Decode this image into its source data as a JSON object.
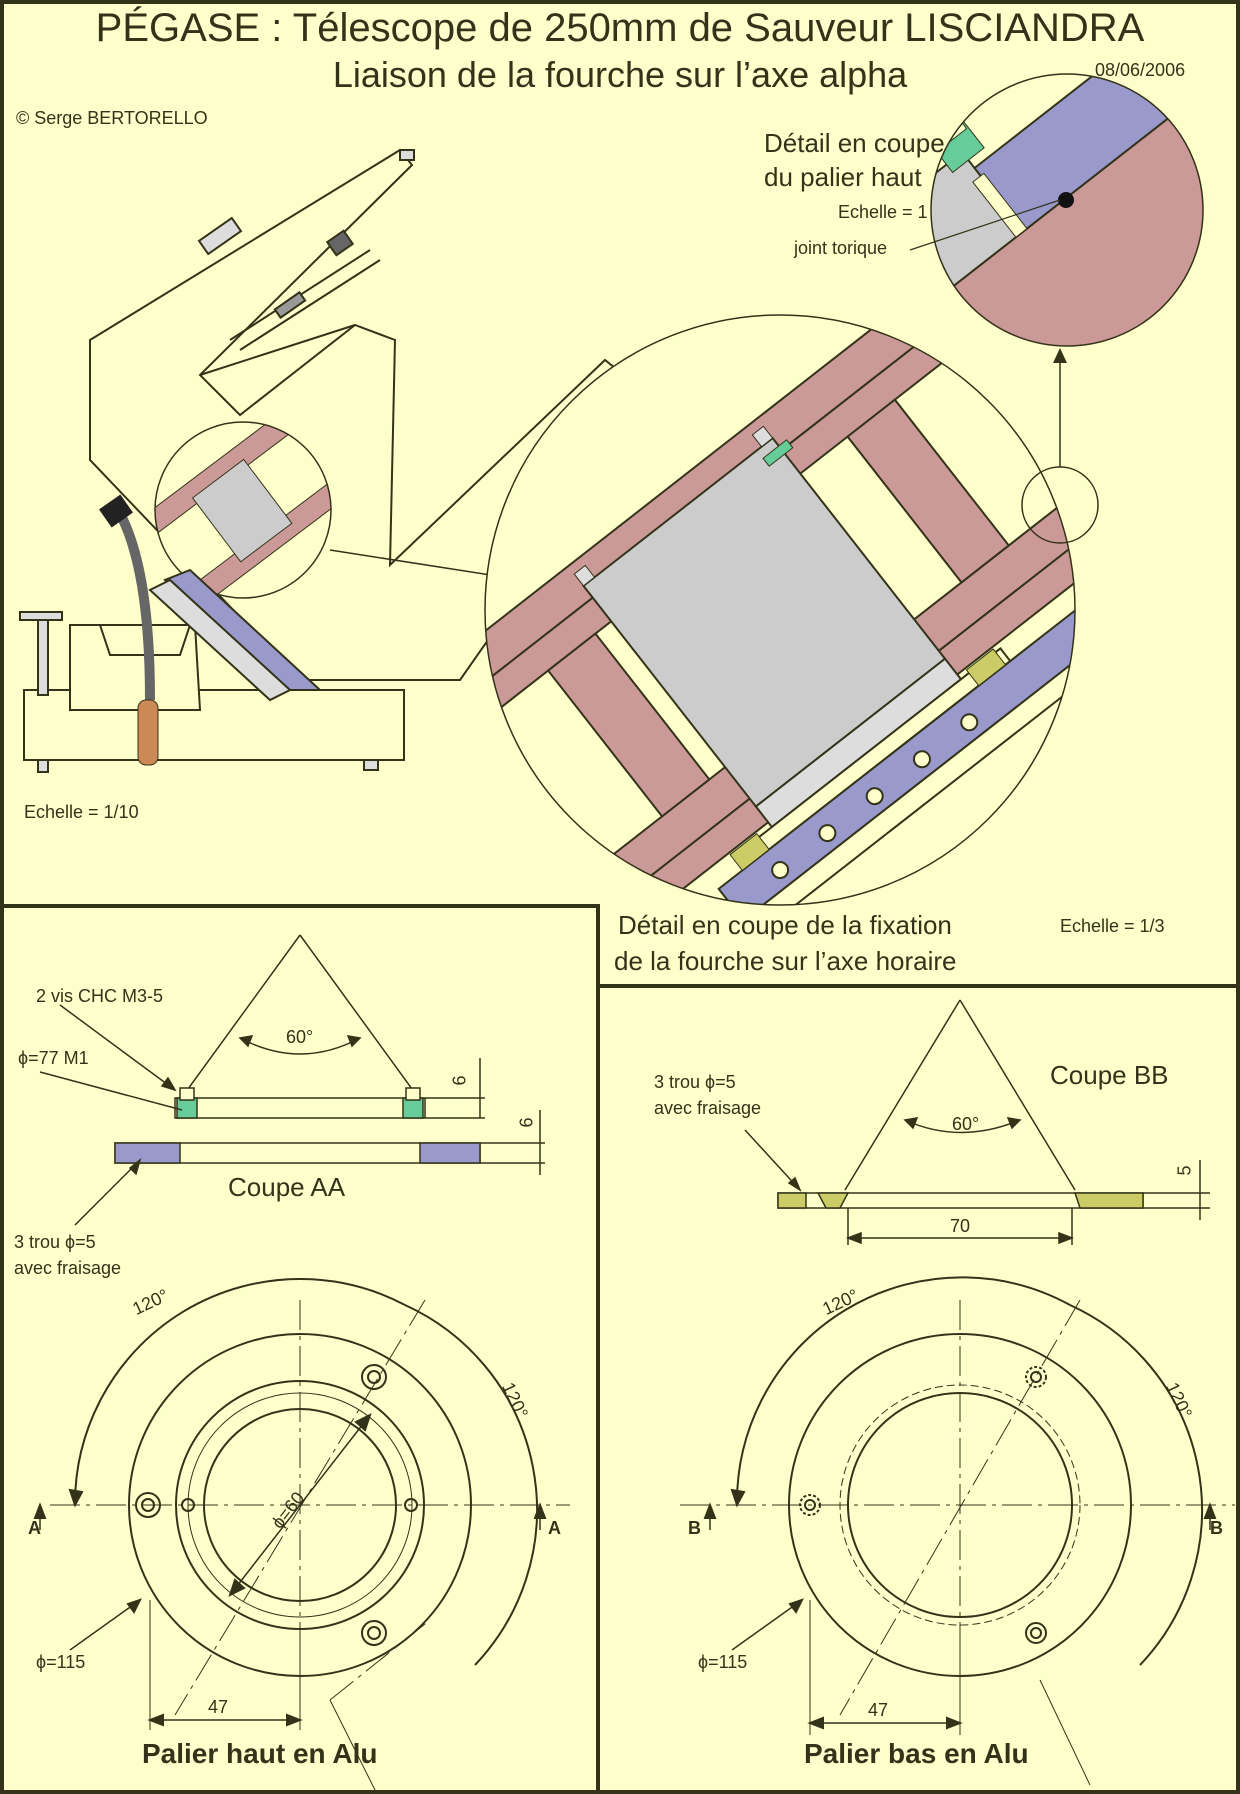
{
  "header": {
    "title": "PÉGASE : Télescope de 250mm de Sauveur LISCIANDRA",
    "subtitle": "Liaison de la fourche sur l’axe alpha",
    "date": "08/06/2006",
    "copyright": "© Serge BERTORELLO"
  },
  "overview": {
    "scale": "Echelle = 1/10"
  },
  "detail_top": {
    "title_line1": "Détail en coupe",
    "title_line2": "du palier haut",
    "scale": "Echelle = 1",
    "oring_label": "joint torique"
  },
  "detail_main": {
    "title_line1": "Détail en coupe de la fixation",
    "title_line2": "de la fourche sur l’axe horaire",
    "scale": "Echelle = 1/3"
  },
  "upper_bearing": {
    "screws_label": "2 vis CHC M3-5",
    "thread_label": "ϕ=77 M1",
    "angle_label": "60°",
    "dim_6a": "6",
    "dim_6b": "6",
    "section_label": "Coupe AA",
    "holes_line1": "3 trou ϕ=5",
    "holes_line2": "avec fraisage",
    "arc1": "120°",
    "arc2": "120°",
    "diam_inner": "ϕ=60",
    "diam_outer": "ϕ=115",
    "dim_47": "47",
    "sec_left": "A",
    "sec_right": "A",
    "caption": "Palier haut en Alu"
  },
  "lower_bearing": {
    "holes_line1": "3 trou ϕ=5",
    "holes_line2": "avec fraisage",
    "section_label": "Coupe BB",
    "angle_label": "60°",
    "dim_5": "5",
    "dim_70": "70",
    "arc1": "120°",
    "arc2": "120°",
    "diam_outer": "ϕ=115",
    "dim_47": "47",
    "sec_left": "B",
    "sec_right": "B",
    "caption": "Palier bas en Alu"
  },
  "colors": {
    "background": "#ffffcc",
    "ink": "#333319",
    "wood": "#cc9999",
    "steel": "#cccccc",
    "blue": "#9999cc",
    "green": "#66cc99",
    "olive": "#cccc66"
  }
}
